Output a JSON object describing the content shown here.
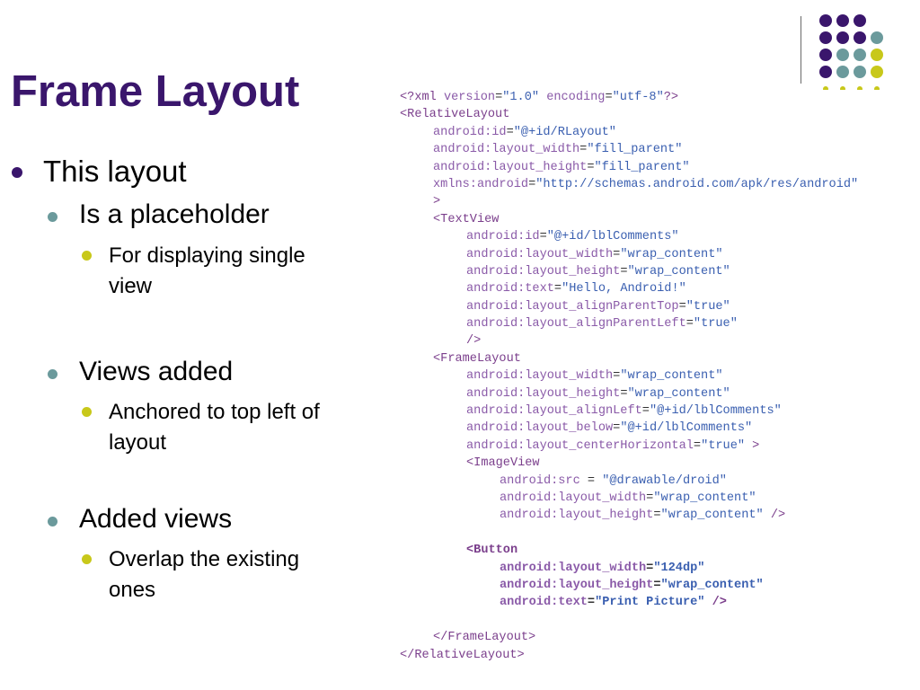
{
  "slide": {
    "title": "Frame Layout",
    "bullets": [
      {
        "level": 1,
        "text": "This layout"
      },
      {
        "level": 2,
        "text": "Is a placeholder"
      },
      {
        "level": 3,
        "text": "For displaying single"
      },
      {
        "level": 3,
        "text": "view"
      },
      {
        "level": 2,
        "text": "Views added"
      },
      {
        "level": 3,
        "text": "Anchored to top left of"
      },
      {
        "level": 3,
        "text": "layout"
      },
      {
        "level": 2,
        "text": "Added views"
      },
      {
        "level": 3,
        "text": "Overlap the existing"
      },
      {
        "level": 3,
        "text": "ones"
      }
    ]
  },
  "colors": {
    "title": "#3a166c",
    "bullet_level1": "#3a166c",
    "bullet_level2": "#6b9a9c",
    "bullet_level3": "#c8c81a",
    "deco_purple": "#3a166c",
    "deco_teal": "#6b9a9c",
    "deco_yellow": "#c8c81a"
  },
  "code": {
    "lines": [
      {
        "indent": 0,
        "bold": false,
        "parts": [
          {
            "t": "tg",
            "s": "<?xml "
          },
          {
            "t": "at",
            "s": "version"
          },
          {
            "t": "eq",
            "s": "="
          },
          {
            "t": "vl",
            "s": "\"1.0\""
          },
          {
            "t": "at",
            "s": " encoding"
          },
          {
            "t": "eq",
            "s": "="
          },
          {
            "t": "vl",
            "s": "\"utf-8\""
          },
          {
            "t": "tg",
            "s": "?>"
          }
        ]
      },
      {
        "indent": 0,
        "bold": false,
        "parts": [
          {
            "t": "tg",
            "s": "<RelativeLayout"
          }
        ]
      },
      {
        "indent": 1,
        "bold": false,
        "parts": [
          {
            "t": "at",
            "s": "android:id"
          },
          {
            "t": "eq",
            "s": "="
          },
          {
            "t": "vl",
            "s": "\"@+id/RLayout\""
          }
        ]
      },
      {
        "indent": 1,
        "bold": false,
        "parts": [
          {
            "t": "at",
            "s": "android:layout_width"
          },
          {
            "t": "eq",
            "s": "="
          },
          {
            "t": "vl",
            "s": "\"fill_parent\""
          }
        ]
      },
      {
        "indent": 1,
        "bold": false,
        "parts": [
          {
            "t": "at",
            "s": "android:layout_height"
          },
          {
            "t": "eq",
            "s": "="
          },
          {
            "t": "vl",
            "s": "\"fill_parent\""
          }
        ]
      },
      {
        "indent": 1,
        "bold": false,
        "parts": [
          {
            "t": "at",
            "s": "xmlns:android"
          },
          {
            "t": "eq",
            "s": "="
          },
          {
            "t": "vl",
            "s": "\"http://schemas.android.com/apk/res/android\""
          }
        ]
      },
      {
        "indent": 1,
        "bold": false,
        "parts": [
          {
            "t": "tg",
            "s": ">"
          }
        ]
      },
      {
        "indent": 1,
        "bold": false,
        "parts": [
          {
            "t": "tg",
            "s": "<TextView"
          }
        ]
      },
      {
        "indent": 2,
        "bold": false,
        "parts": [
          {
            "t": "at",
            "s": "android:id"
          },
          {
            "t": "eq",
            "s": "="
          },
          {
            "t": "vl",
            "s": "\"@+id/lblComments\""
          }
        ]
      },
      {
        "indent": 2,
        "bold": false,
        "parts": [
          {
            "t": "at",
            "s": "android:layout_width"
          },
          {
            "t": "eq",
            "s": "="
          },
          {
            "t": "vl",
            "s": "\"wrap_content\""
          }
        ]
      },
      {
        "indent": 2,
        "bold": false,
        "parts": [
          {
            "t": "at",
            "s": "android:layout_height"
          },
          {
            "t": "eq",
            "s": "="
          },
          {
            "t": "vl",
            "s": "\"wrap_content\""
          }
        ]
      },
      {
        "indent": 2,
        "bold": false,
        "parts": [
          {
            "t": "at",
            "s": "android:text"
          },
          {
            "t": "eq",
            "s": "="
          },
          {
            "t": "vl",
            "s": "\"Hello, Android!\""
          }
        ]
      },
      {
        "indent": 2,
        "bold": false,
        "parts": [
          {
            "t": "at",
            "s": "android:layout_alignParentTop"
          },
          {
            "t": "eq",
            "s": "="
          },
          {
            "t": "vl",
            "s": "\"true\""
          }
        ]
      },
      {
        "indent": 2,
        "bold": false,
        "parts": [
          {
            "t": "at",
            "s": "android:layout_alignParentLeft"
          },
          {
            "t": "eq",
            "s": "="
          },
          {
            "t": "vl",
            "s": "\"true\""
          }
        ]
      },
      {
        "indent": 2,
        "bold": false,
        "parts": [
          {
            "t": "tg",
            "s": "/>"
          }
        ]
      },
      {
        "indent": 1,
        "bold": false,
        "parts": [
          {
            "t": "tg",
            "s": "<FrameLayout"
          }
        ]
      },
      {
        "indent": 2,
        "bold": false,
        "parts": [
          {
            "t": "at",
            "s": "android:layout_width"
          },
          {
            "t": "eq",
            "s": "="
          },
          {
            "t": "vl",
            "s": "\"wrap_content\""
          }
        ]
      },
      {
        "indent": 2,
        "bold": false,
        "parts": [
          {
            "t": "at",
            "s": "android:layout_height"
          },
          {
            "t": "eq",
            "s": "="
          },
          {
            "t": "vl",
            "s": "\"wrap_content\""
          }
        ]
      },
      {
        "indent": 2,
        "bold": false,
        "parts": [
          {
            "t": "at",
            "s": "android:layout_alignLeft"
          },
          {
            "t": "eq",
            "s": "="
          },
          {
            "t": "vl",
            "s": "\"@+id/lblComments\""
          }
        ]
      },
      {
        "indent": 2,
        "bold": false,
        "parts": [
          {
            "t": "at",
            "s": "android:layout_below"
          },
          {
            "t": "eq",
            "s": "="
          },
          {
            "t": "vl",
            "s": "\"@+id/lblComments\""
          }
        ]
      },
      {
        "indent": 2,
        "bold": false,
        "parts": [
          {
            "t": "at",
            "s": "android:layout_centerHorizontal"
          },
          {
            "t": "eq",
            "s": "="
          },
          {
            "t": "vl",
            "s": "\"true\""
          },
          {
            "t": "tg",
            "s": " >"
          }
        ]
      },
      {
        "indent": 2,
        "bold": false,
        "parts": [
          {
            "t": "tg",
            "s": "<ImageView"
          }
        ]
      },
      {
        "indent": 3,
        "bold": false,
        "parts": [
          {
            "t": "at",
            "s": "android:src"
          },
          {
            "t": "eq",
            "s": " = "
          },
          {
            "t": "vl",
            "s": "\"@drawable/droid\""
          }
        ]
      },
      {
        "indent": 3,
        "bold": false,
        "parts": [
          {
            "t": "at",
            "s": "android:layout_width"
          },
          {
            "t": "eq",
            "s": "="
          },
          {
            "t": "vl",
            "s": "\"wrap_content\""
          }
        ]
      },
      {
        "indent": 3,
        "bold": false,
        "parts": [
          {
            "t": "at",
            "s": "android:layout_height"
          },
          {
            "t": "eq",
            "s": "="
          },
          {
            "t": "vl",
            "s": "\"wrap_content\""
          },
          {
            "t": "tg",
            "s": " />"
          }
        ]
      },
      {
        "indent": 0,
        "bold": false,
        "parts": []
      },
      {
        "indent": 2,
        "bold": true,
        "parts": [
          {
            "t": "tg",
            "s": "<Button"
          }
        ]
      },
      {
        "indent": 3,
        "bold": true,
        "parts": [
          {
            "t": "at",
            "s": "android:layout_width"
          },
          {
            "t": "eq",
            "s": "="
          },
          {
            "t": "vl",
            "s": "\"124dp\""
          }
        ]
      },
      {
        "indent": 3,
        "bold": true,
        "parts": [
          {
            "t": "at",
            "s": "android:layout_height"
          },
          {
            "t": "eq",
            "s": "="
          },
          {
            "t": "vl",
            "s": "\"wrap_content\""
          }
        ]
      },
      {
        "indent": 3,
        "bold": true,
        "parts": [
          {
            "t": "at",
            "s": "android:text"
          },
          {
            "t": "eq",
            "s": "="
          },
          {
            "t": "vl",
            "s": "\"Print Picture\""
          },
          {
            "t": "tg",
            "s": " />"
          }
        ]
      },
      {
        "indent": 0,
        "bold": false,
        "parts": []
      },
      {
        "indent": 1,
        "bold": false,
        "parts": [
          {
            "t": "tg",
            "s": "</FrameLayout>"
          }
        ]
      },
      {
        "indent": 0,
        "bold": false,
        "parts": [
          {
            "t": "tg",
            "s": "</RelativeLayout>"
          }
        ]
      }
    ]
  },
  "decoration": {
    "dots": [
      {
        "row": 0,
        "col": 1,
        "color": "purple"
      },
      {
        "row": 0,
        "col": 2,
        "color": "purple"
      },
      {
        "row": 0,
        "col": 3,
        "color": "purple"
      },
      {
        "row": 1,
        "col": 1,
        "color": "purple"
      },
      {
        "row": 1,
        "col": 2,
        "color": "purple"
      },
      {
        "row": 1,
        "col": 3,
        "color": "purple"
      },
      {
        "row": 1,
        "col": 4,
        "color": "teal"
      },
      {
        "row": 2,
        "col": 1,
        "color": "purple"
      },
      {
        "row": 2,
        "col": 2,
        "color": "teal"
      },
      {
        "row": 2,
        "col": 3,
        "color": "teal"
      },
      {
        "row": 2,
        "col": 4,
        "color": "yellow"
      },
      {
        "row": 3,
        "col": 1,
        "color": "purple"
      },
      {
        "row": 3,
        "col": 2,
        "color": "teal"
      },
      {
        "row": 3,
        "col": 3,
        "color": "teal"
      },
      {
        "row": 3,
        "col": 4,
        "color": "yellow"
      },
      {
        "row": 4,
        "col": 1,
        "color": "yellow"
      },
      {
        "row": 4,
        "col": 2,
        "color": "yellow"
      },
      {
        "row": 4,
        "col": 3,
        "color": "yellow"
      },
      {
        "row": 4,
        "col": 4,
        "color": "yellow"
      }
    ]
  }
}
